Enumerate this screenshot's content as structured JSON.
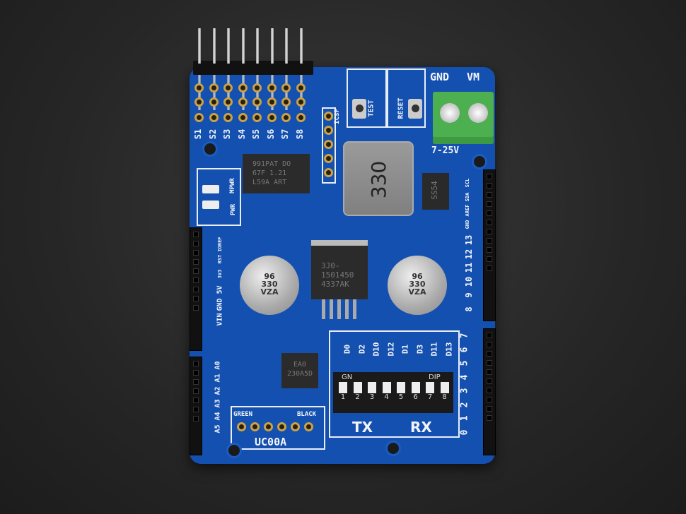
{
  "servo_labels": [
    "S1",
    "S2",
    "S3",
    "S4",
    "S5",
    "S6",
    "S7",
    "S8"
  ],
  "icsp_label": "ICSP",
  "test_label": "TEST",
  "reset_label": "RESET",
  "terminal": {
    "gnd": "GND",
    "vm": "VM",
    "voltage": "7-25V"
  },
  "inductor_text": "330",
  "diode_text": "SS54",
  "led_labels": [
    "MPWR",
    "PWR"
  ],
  "pwm_chip_text": [
    "991PAT DO",
    "67F 1.21",
    "L59A ART"
  ],
  "regulator_text": [
    "3J0-",
    "1501450",
    "4337AK"
  ],
  "cap_text": [
    "96",
    "330",
    "VZA"
  ],
  "small_reg_text": [
    "EA0",
    "230A5D"
  ],
  "right_top_labels": [
    "SCL",
    "SDA",
    "AREF",
    "GND",
    "13",
    "12",
    "11",
    "10",
    "9",
    "8"
  ],
  "right_bottom_labels": [
    "7",
    "6",
    "5",
    "4",
    "3",
    "2",
    "1",
    "0"
  ],
  "left_power_labels": [
    "IOREF",
    "RST",
    "3V3",
    "5V",
    "GND",
    "VIN"
  ],
  "left_analog_labels": [
    "A0",
    "A1",
    "A2",
    "A3",
    "A4",
    "A5"
  ],
  "uart": {
    "green": "GREEN",
    "black": "BLACK",
    "name": "UC00A"
  },
  "dip": {
    "tx_pins": [
      "D0",
      "D2",
      "D10",
      "D12"
    ],
    "rx_pins": [
      "D1",
      "D3",
      "D11",
      "D13"
    ],
    "brand": "GN",
    "type": "DIP",
    "numbers": [
      "1",
      "2",
      "3",
      "4",
      "5",
      "6",
      "7",
      "8"
    ],
    "tx": "TX",
    "rx": "RX"
  },
  "colors": {
    "pcb": "#1450b0",
    "terminal": "#4caf50",
    "background": "#2a2a2a"
  }
}
